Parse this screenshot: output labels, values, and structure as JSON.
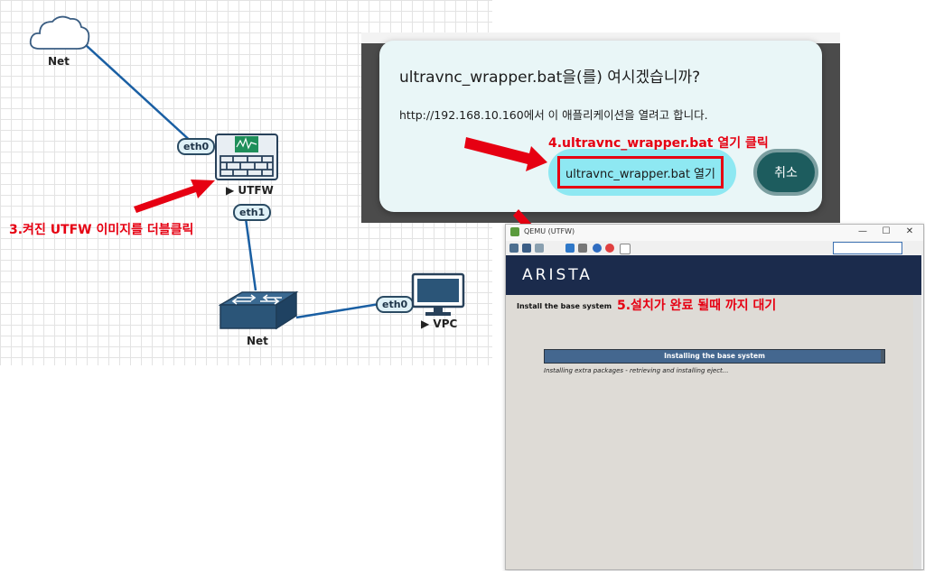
{
  "topology": {
    "cloud": {
      "label": "Net",
      "icon": "cloud-icon"
    },
    "firewall": {
      "label": "▶ UTFW",
      "icon": "firewall-icon"
    },
    "switch": {
      "label": "Net",
      "icon": "switch-icon"
    },
    "vpc": {
      "label": "▶ VPC",
      "icon": "monitor-icon"
    },
    "ports": {
      "fw_eth0": "eth0",
      "fw_eth1": "eth1",
      "vpc_eth0": "eth0"
    }
  },
  "annotations": {
    "step3": "3.켜진 UTFW 이미지를 더블클릭",
    "step4": "4.ultravnc_wrapper.bat  열기 클릭",
    "step5": "5.설치가 완료 될때 까지 대기"
  },
  "dialog": {
    "title": "ultravnc_wrapper.bat을(를) 여시겠습니까?",
    "message": "http://192.168.10.160에서 이 애플리케이션을 열려고 합니다.",
    "open_button": "ultravnc_wrapper.bat 열기",
    "cancel_button": "취소"
  },
  "qemu": {
    "window_title": "QEMU (UTFW)",
    "controls": {
      "minimize": "—",
      "maximize": "☐",
      "close": "✕"
    },
    "logo": "ARISTA",
    "step_title": "Install the base system",
    "progress_label": "Installing the base system",
    "progress_fraction": 0.99,
    "detail": "Installing extra packages - retrieving and installing eject..."
  },
  "colors": {
    "annotation_red": "#e60012",
    "arista_navy": "#1b2b4c",
    "open_btn": "#8ee8f2",
    "cancel_btn": "#1d5c5e"
  }
}
